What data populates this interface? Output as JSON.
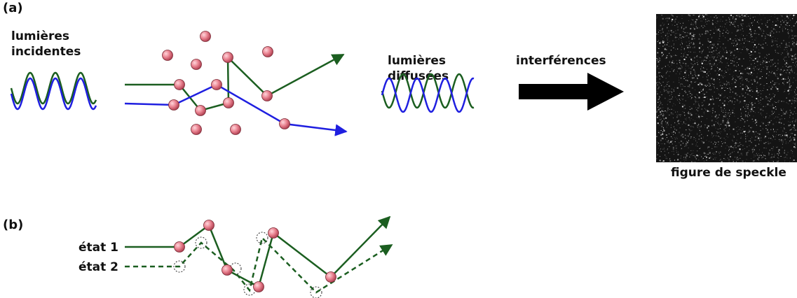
{
  "panel_a": {
    "label": "(a)",
    "incident_label_line1": "lumières",
    "incident_label_line2": "incidentes",
    "scattered_label_line1": "lumières",
    "scattered_label_line2": "diffusées",
    "interference_label": "interférences",
    "speckle_caption": "figure de speckle"
  },
  "panel_b": {
    "label": "(b)",
    "state1_label": "état 1",
    "state2_label": "état 2"
  },
  "colors": {
    "green_path": "#1b5e20",
    "blue_path": "#1f1fe0",
    "scatterer_fill": "#e8808e",
    "arrow_black": "#000000"
  }
}
